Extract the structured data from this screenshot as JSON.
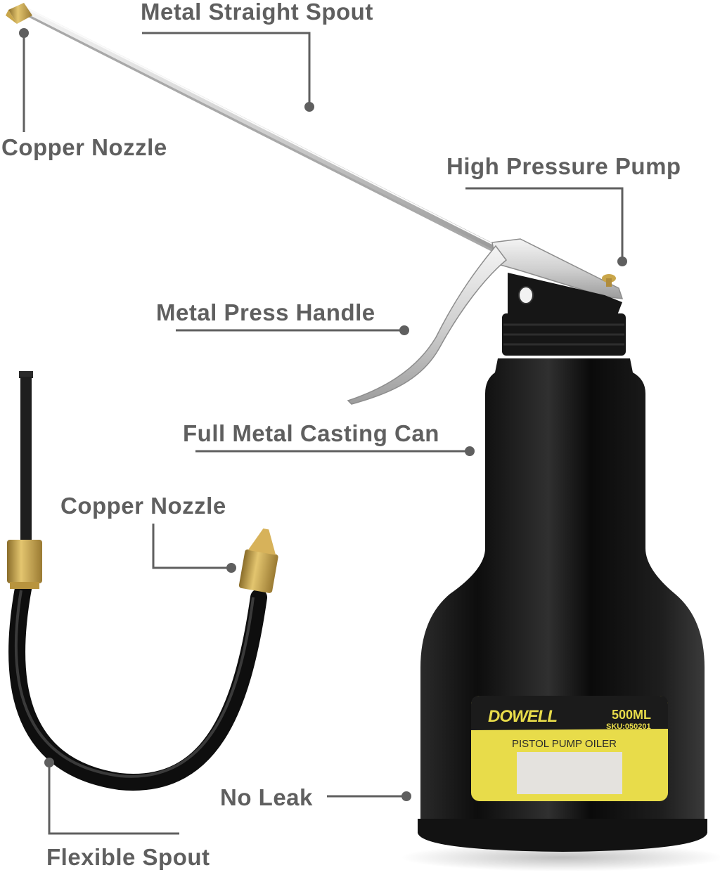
{
  "callouts": {
    "metal_straight_spout": "Metal Straight Spout",
    "copper_nozzle_top": "Copper Nozzle",
    "high_pressure_pump": "High Pressure Pump",
    "metal_press_handle": "Metal Press Handle",
    "full_metal_casting_can": "Full Metal Casting Can",
    "copper_nozzle_flex": "Copper Nozzle",
    "no_leak": "No Leak",
    "flexible_spout": "Flexible Spout"
  },
  "product_label": {
    "brand": "DOWELL",
    "volume": "500ML",
    "sku": "SKU:050201",
    "product_name": "PISTOL PUMP OILER"
  },
  "colors": {
    "callout_gray": "#5f5f5f",
    "can_black": "#141414",
    "label_yellow": "#e8dc4a",
    "brass": "#c9a64a",
    "chrome": "#d9d9d9"
  }
}
